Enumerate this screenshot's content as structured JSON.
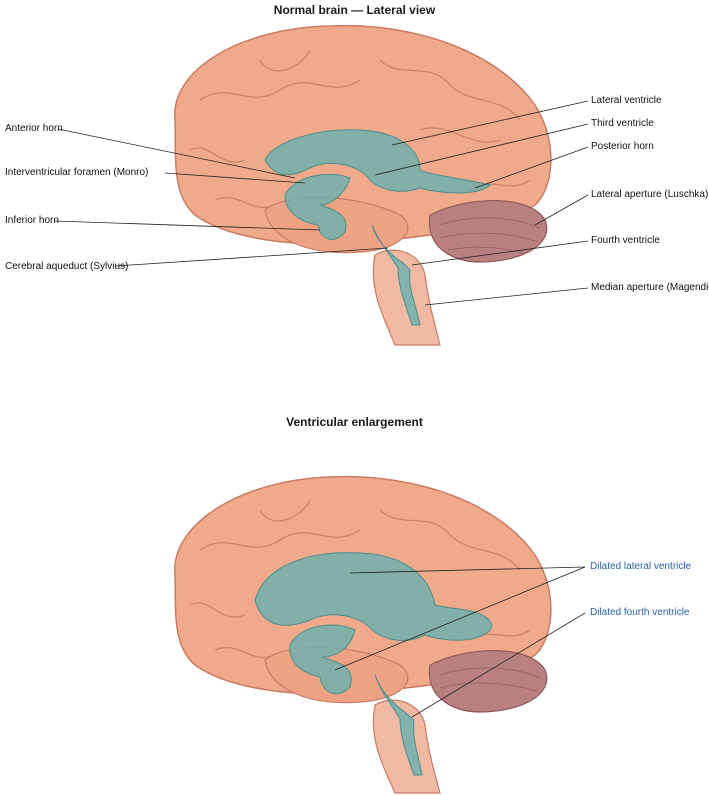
{
  "panel_top": {
    "title": "Normal brain — Lateral view",
    "labels": {
      "anterior_horn": "Anterior horn",
      "interventricular_foramen": "Interventricular foramen (Monro)",
      "inferior_horn": "Inferior horn",
      "cerebral_aqueduct": "Cerebral aqueduct (Sylvius)",
      "lateral_ventricle": "Lateral ventricle",
      "third_ventricle": "Third ventricle",
      "posterior_horn": "Posterior horn",
      "lateral_aperture": "Lateral aperture (Luschka)",
      "fourth_ventricle": "Fourth ventricle",
      "median_aperture": "Median aperture (Magendie)"
    }
  },
  "panel_bottom": {
    "title": "Ventricular enlargement",
    "labels": {
      "dilated_lateral_ventricle": "Dilated lateral ventricle",
      "dilated_fourth_ventricle": "Dilated fourth ventricle"
    }
  },
  "colors": {
    "brain": "#f0a98a",
    "brain_dark": "#d4846a",
    "cerebellum": "#b87878",
    "ventricle": "#6fb0ad",
    "highlight_label": "#2a5fa8"
  }
}
